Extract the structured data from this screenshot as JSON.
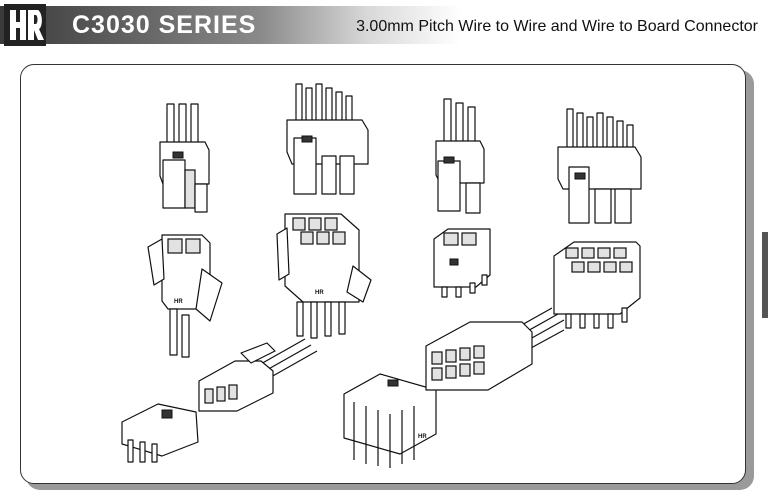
{
  "header": {
    "series_title": "C3030 SERIES",
    "subtitle": "3.00mm Pitch Wire to Wire and Wire to Board Connector",
    "band_color_dark": "#3a3a3a",
    "logo_icon": "hr-logo-icon"
  },
  "parts": {
    "part_marking": "HR"
  }
}
